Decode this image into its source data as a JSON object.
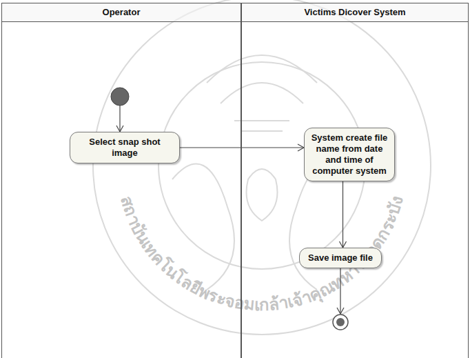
{
  "diagram": {
    "nodes": [
      {
        "text": [
          "Operator"
        ]
      },
      {
        "text": [
          "Victims Dicover System"
        ]
      },
      {
        "text": [
          "Select snap shot image"
        ],
        "in": 0
      },
      {
        "text": [
          "System create file name from date and time of computer system"
        ],
        "in": 1
      },
      {
        "text": [
          "Save image file"
        ],
        "in": 1
      }
    ],
    "edges": [
      {
        "from": 2,
        "to": 3,
        "arrow": "to"
      },
      {
        "from": 3,
        "to": 4,
        "arrow": "to"
      }
    ],
    "labels": [
      "สถาบันเทคโนโลยีพระจอมเกล้าเจ้าคุณทหารลาดกระบัง"
    ]
  }
}
